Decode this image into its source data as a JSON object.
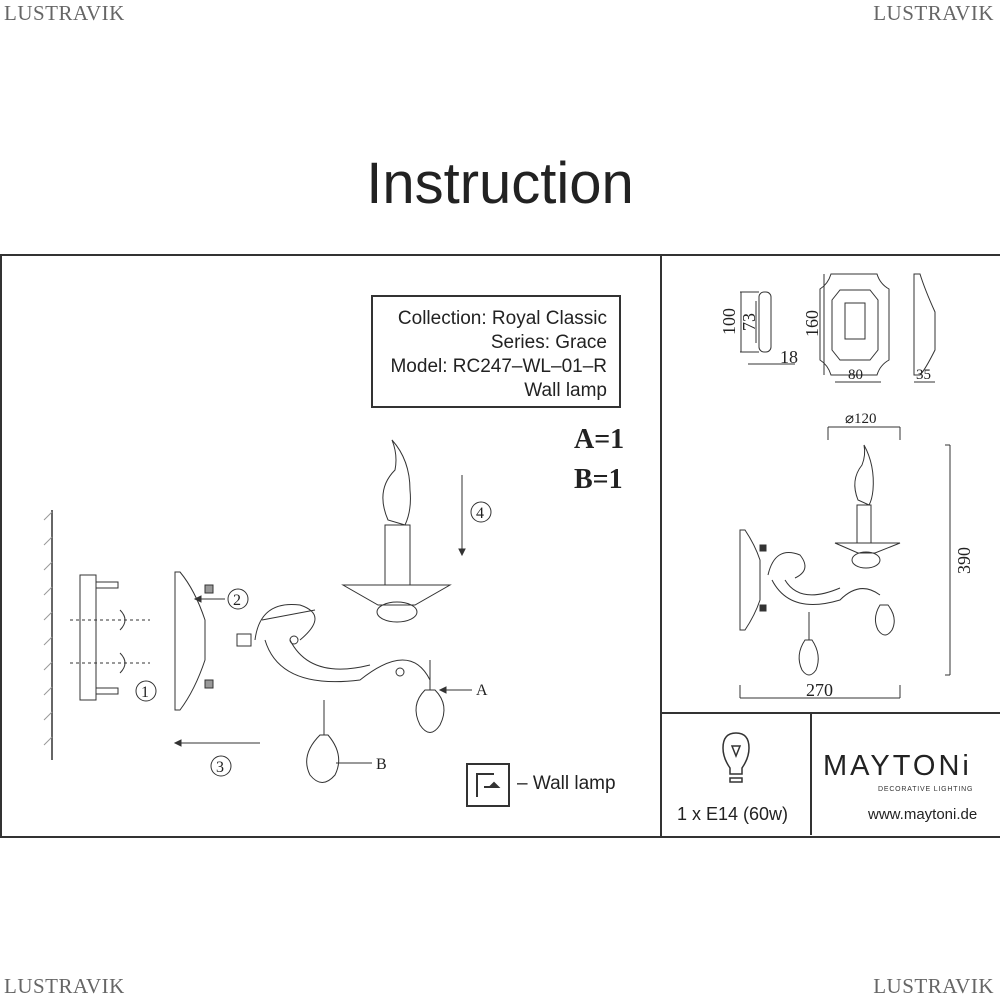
{
  "watermark": "LUSTRAVIK",
  "title": "Instruction",
  "info": {
    "collection": "Collection: Royal Classic",
    "series": "Series: Grace",
    "model": "Model: RC247–WL–01–R",
    "type": "Wall lamp"
  },
  "parts": {
    "a": "A=1",
    "b": "B=1"
  },
  "step_labels": [
    "1",
    "2",
    "3",
    "4"
  ],
  "part_labels": [
    "A",
    "B"
  ],
  "legend": {
    "icon": "wall-lamp-icon",
    "text": "– Wall lamp"
  },
  "dimensions": {
    "plate_height": "100",
    "hole_spacing": "73",
    "plate_depth": "18",
    "base_height": "160",
    "base_width": "80",
    "base_depth": "35",
    "shade_diameter": "⌀120",
    "total_height": "390",
    "total_width": "270"
  },
  "bulb": {
    "icon": "light-bulb-icon",
    "spec": "1 x E14 (60w)"
  },
  "brand": {
    "name": "MAYTONi",
    "tagline": "DECORATIVE LIGHTING",
    "website": "www.maytoni.de"
  }
}
